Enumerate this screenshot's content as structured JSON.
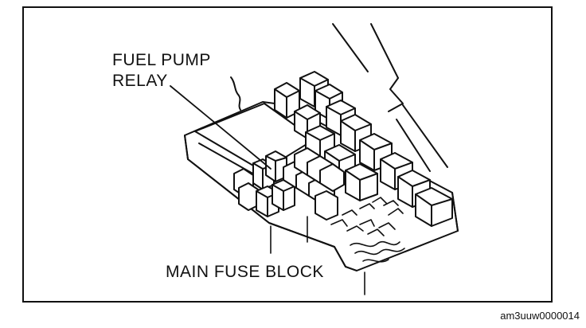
{
  "labels": {
    "fuel_pump_relay_line1": "FUEL PUMP",
    "fuel_pump_relay_line2": "RELAY",
    "main_fuse_block": "MAIN FUSE BLOCK"
  },
  "figure_id": "am3uuw0000014",
  "colors": {
    "line": "#111111",
    "background": "#ffffff"
  }
}
